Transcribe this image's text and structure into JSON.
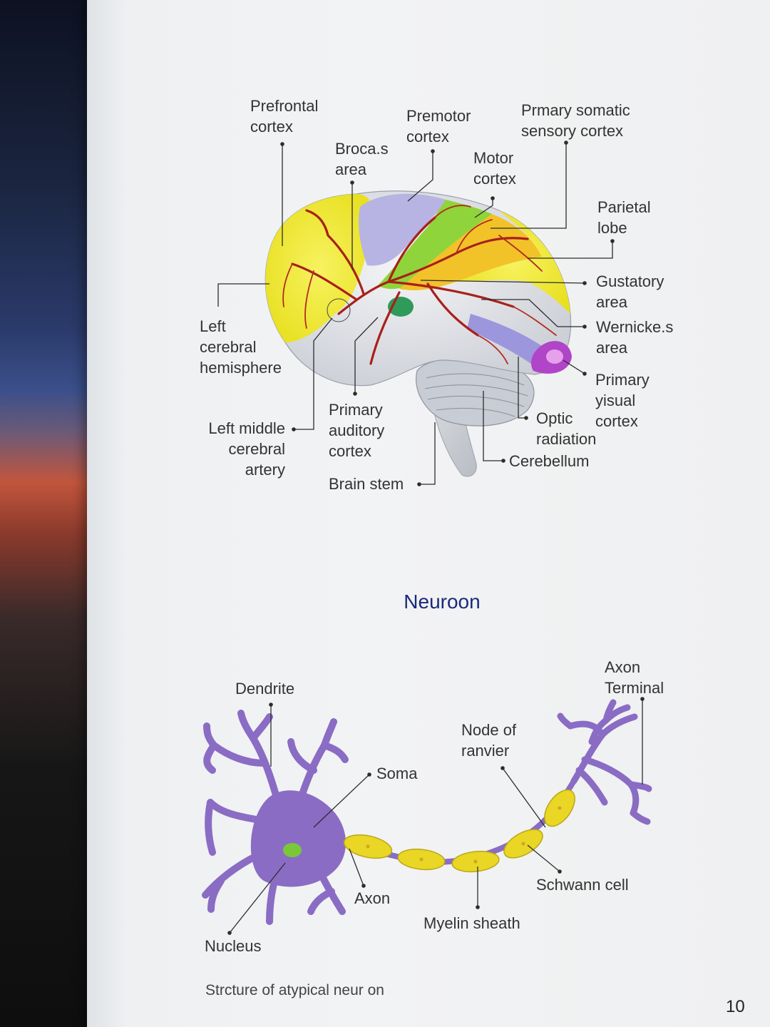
{
  "brain": {
    "labels": {
      "prefrontal_cortex": "Prefrontal\ncortex",
      "brocas_area": "Broca.s\narea",
      "premotor_cortex": "Premotor\ncortex",
      "motor_cortex": "Motor\ncortex",
      "primary_somatic_sensory_cortex": "Prmary somatic\nsensory cortex",
      "parietal_lobe": "Parietal\nlobe",
      "gustatory_area": "Gustatory\narea",
      "wernickes_area": "Wernicke.s\narea",
      "primary_visual_cortex": "Primary\nyisual\ncortex",
      "optic_radiation": "Optic\nradiation",
      "cerebellum": "Cerebellum",
      "brain_stem": "Brain stem",
      "primary_auditory_cortex": "Primary\nauditory\ncortex",
      "left_middle_cerebral_artery": "Left middle\ncerebral\nartery",
      "left_cerebral_hemisphere": "Left\ncerebral\nhemisphere"
    }
  },
  "neuron": {
    "title": "Neuroon",
    "labels": {
      "dendrite": "Dendrite",
      "soma": "Soma",
      "node_of_ranvier": "Node of\nranvier",
      "axon_terminal": "Axon\nTerminal",
      "axon": "Axon",
      "myelin_sheath": "Myelin sheath",
      "schwann_cell": "Schwann cell",
      "nucleus": "Nucleus"
    },
    "caption": "Strcture of atypical neur on"
  },
  "page_number": "10",
  "colors": {
    "title": "#1a2a7a",
    "neuron_body": "#8a6cc4",
    "myelin": "#e9d625",
    "artery": "#a8201a"
  }
}
